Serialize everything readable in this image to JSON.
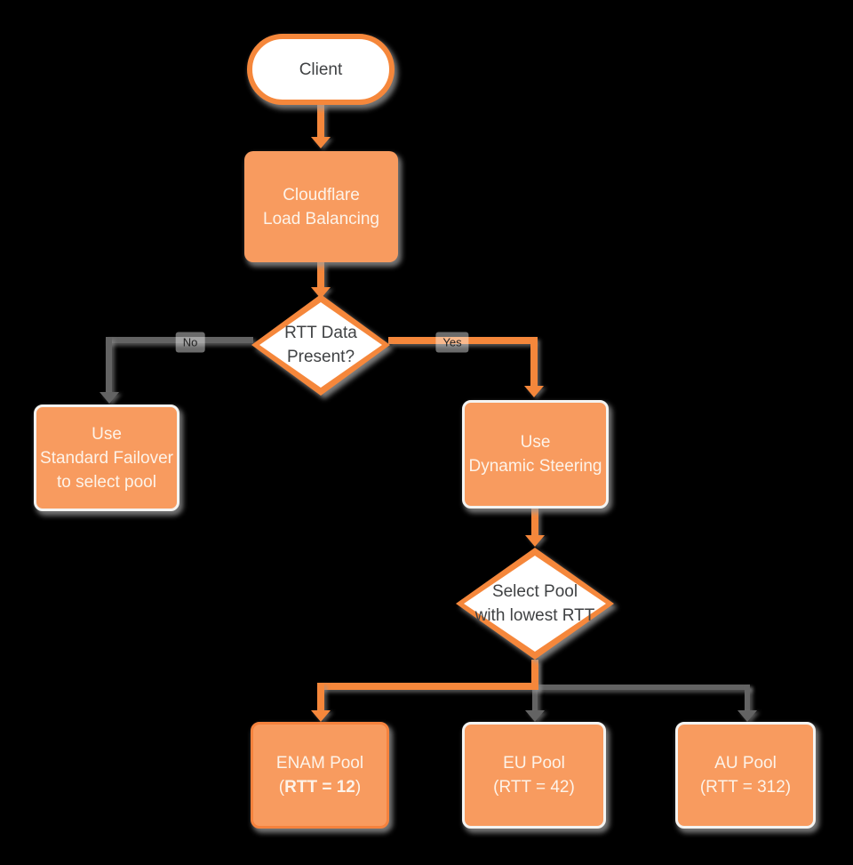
{
  "diagram": {
    "description": "Cloudflare Load Balancing dynamic steering flowchart",
    "colors": {
      "node_fill_orange": "#F89B5F",
      "accent_orange_border": "#F5873B",
      "selected_pool_border": "#F5823D",
      "gray_connector": "#636363",
      "shadow_gray": "#9E9E9E",
      "white_node_fill": "#FFFFFF",
      "dark_text": "#404244",
      "light_text": "#FDF3E9",
      "background": "#000000"
    }
  },
  "nodes": {
    "client": {
      "label": "Client"
    },
    "load_balancer": {
      "line1": "Cloudflare",
      "line2": "Load Balancing"
    },
    "rtt_decision": {
      "line1": "RTT Data",
      "line2": "Present?"
    },
    "standard_failover": {
      "line1": "Use",
      "line2": "Standard Failover",
      "line3": "to select pool"
    },
    "dynamic_steering": {
      "line1": "Use",
      "line2": "Dynamic Steering"
    },
    "select_pool": {
      "line1": "Select Pool",
      "line2": "with lowest RTT"
    },
    "enam_pool": {
      "line1": "ENAM Pool",
      "line2_prefix": "(",
      "line2_bold": "RTT = 12",
      "line2_suffix": ")"
    },
    "eu_pool": {
      "line1": "EU Pool",
      "line2": "(RTT = 42)"
    },
    "au_pool": {
      "line1": "AU Pool",
      "line2": "(RTT = 312)"
    }
  },
  "edges": {
    "no_label": "No",
    "yes_label": "Yes"
  }
}
